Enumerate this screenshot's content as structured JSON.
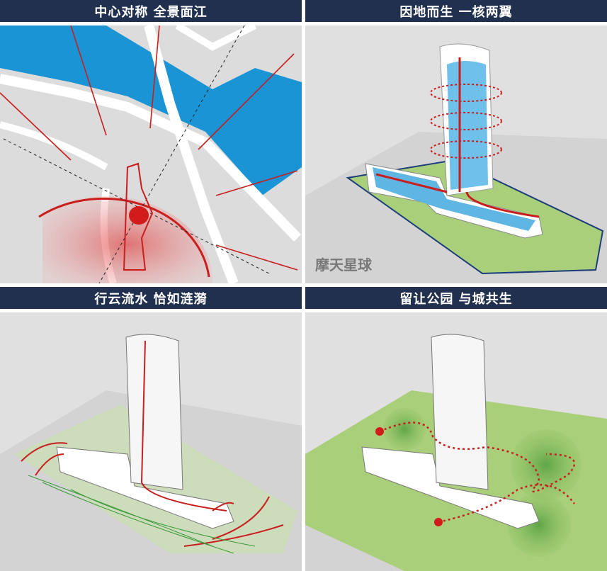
{
  "panels": [
    {
      "title": "中心对称  全景面江"
    },
    {
      "title": "因地而生  一核两翼"
    },
    {
      "title": "行云流水  恰如涟漪"
    },
    {
      "title": "留让公园  与城共生"
    }
  ],
  "watermark": "摩天星球",
  "colors": {
    "header": "#22304f",
    "river": "#1a94d4",
    "accent": "#c81e1e",
    "park": "#a9cf7a"
  }
}
